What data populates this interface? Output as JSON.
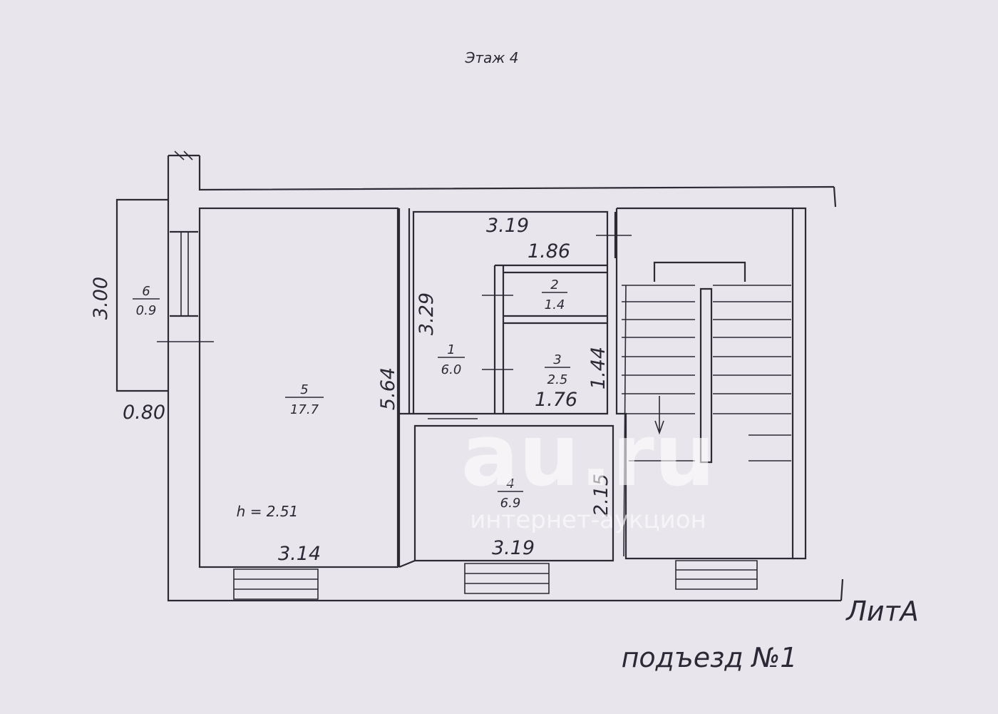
{
  "header": {
    "floor_label": "Этаж 4"
  },
  "rooms": [
    {
      "number": "1",
      "area": "6.0"
    },
    {
      "number": "2",
      "area": "1.4"
    },
    {
      "number": "3",
      "area": "2.5"
    },
    {
      "number": "4",
      "area": "6.9"
    },
    {
      "number": "5",
      "area": "17.7"
    },
    {
      "number": "6",
      "area": "0.9"
    }
  ],
  "dimensions": {
    "balcony_height": "3.00",
    "balcony_offset": "0.80",
    "room5_height": "5.64",
    "room5_width": "3.14",
    "ceiling_height": "h = 2.51",
    "room1_top_width": "3.19",
    "room1_height": "3.29",
    "storage_width": "1.86",
    "room3_height": "1.44",
    "room3_width": "1.76",
    "room4_height": "2.15",
    "room4_width": "3.19"
  },
  "footer": {
    "lit_label": "ЛитА",
    "entrance_label": "подъезд №1"
  },
  "watermark": {
    "logo": "au.ru",
    "subtitle": "интернет-аукцион"
  },
  "colors": {
    "paper": "#e9e5ec",
    "ink": "#2b2a35"
  }
}
